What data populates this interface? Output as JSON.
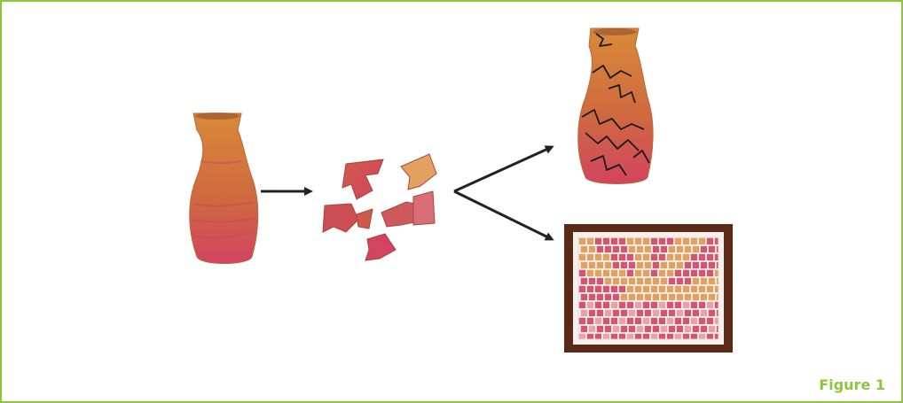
{
  "figure": {
    "caption": "Figure 1"
  },
  "palette": {
    "border": "#8cc63f",
    "caption": "#8cc63f",
    "arrow": "#222222",
    "vase_top": "#d98a3a",
    "vase_mid": "#cf6a3f",
    "vase_bottom": "#d2445f",
    "frame_wood": "#5a2a16",
    "tile_orange": "#e3a15f",
    "tile_pink": "#d7536f",
    "tile_light": "#e8a2a8"
  },
  "panels": [
    {
      "id": "intact-vase",
      "icon": "vase-icon"
    },
    {
      "id": "broken-shards",
      "icon": "shards-icon"
    },
    {
      "id": "glued-vase",
      "icon": "cracked-vase-icon"
    },
    {
      "id": "mosaic-sunrise",
      "icon": "mosaic-frame-icon"
    }
  ]
}
